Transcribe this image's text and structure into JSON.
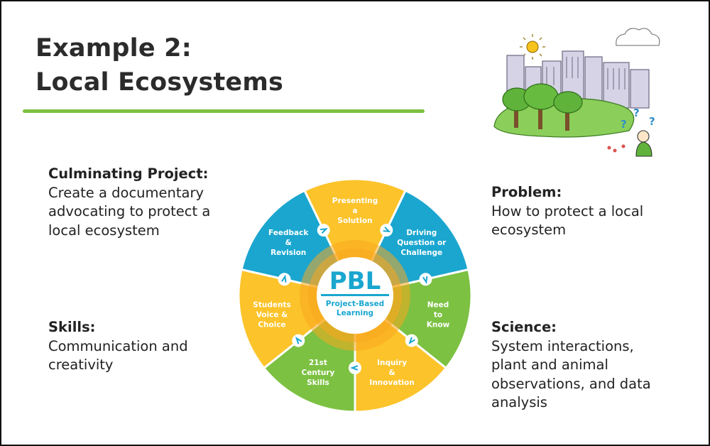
{
  "title": {
    "line1": "Example 2:",
    "line2": "Local Ecosystems"
  },
  "culminating_project": {
    "heading": "Culminating Project:",
    "body": "Create a documentary\nadvocating to protect a\nlocal ecosystem"
  },
  "skills": {
    "heading": "Skills:",
    "body": "Communication and\ncreativity"
  },
  "problem": {
    "heading": "Problem:",
    "body": "How to protect a local\necosystem"
  },
  "science": {
    "heading": "Science:",
    "body": "System interactions,\nplant and animal\nobservations, and data\nanalysis"
  },
  "pbl_wheel": {
    "center_title": "PBL",
    "center_subtitle": [
      "Project-Based",
      "Learning"
    ],
    "segments": [
      {
        "label": [
          "Presenting",
          "a",
          "Solution"
        ],
        "color": "#fcc32a"
      },
      {
        "label": [
          "Driving",
          "Question or",
          "Challenge"
        ],
        "color": "#1aa6cf"
      },
      {
        "label": [
          "Need",
          "to",
          "Know"
        ],
        "color": "#7cc142"
      },
      {
        "label": [
          "Inquiry",
          "&",
          "Innovation"
        ],
        "color": "#fcc32a"
      },
      {
        "label": [
          "21st",
          "Century",
          "Skills"
        ],
        "color": "#7cc142"
      },
      {
        "label": [
          "Students",
          "Voice &",
          "Choice"
        ],
        "color": "#fcc32a"
      },
      {
        "label": [
          "Feedback",
          "&",
          "Revision"
        ],
        "color": "#1aa6cf"
      }
    ],
    "ring_color": "#f7a81f",
    "center_color": "#1aa6cf"
  },
  "colors": {
    "accent_rule": "#7cc142",
    "text": "#222222",
    "title": "#2b2b2b"
  },
  "illustration": {
    "icon": "city-park-illustration"
  }
}
